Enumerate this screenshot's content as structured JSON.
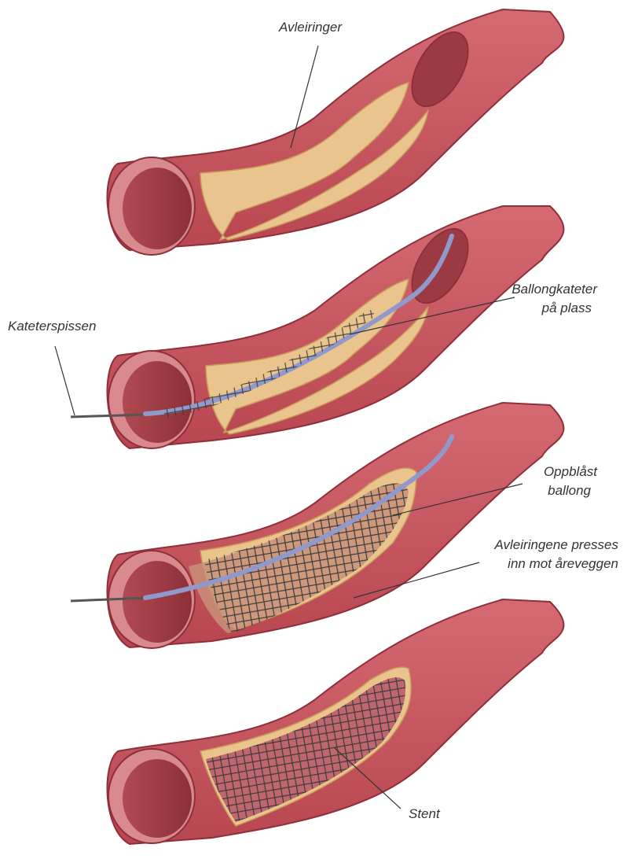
{
  "labels": {
    "avleiringer": "Avleiringer",
    "ballongkateter_line1": "Ballongkateter",
    "ballongkateter_line2": "på plass",
    "kateterspissen": "Kateterspissen",
    "oppblast_line1": "Oppblåst",
    "oppblast_line2": "ballong",
    "presses_line1": "Avleiringene presses",
    "presses_line2": "inn mot åreveggen",
    "stent": "Stent"
  },
  "colors": {
    "vessel_wall": "#c4555e",
    "vessel_outline": "#8f2f3a",
    "lumen": "#a9474f",
    "plaque": "#e9c48c",
    "catheter": "#8f99cc",
    "balloon": "#c9a08a",
    "stent_mesh": "#333333"
  }
}
